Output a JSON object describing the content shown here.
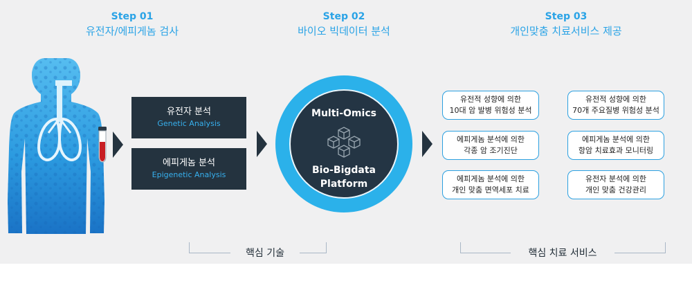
{
  "steps": [
    {
      "num": "Step 01",
      "title": "유전자/에피게놈 검사"
    },
    {
      "num": "Step 02",
      "title": "바이오 빅데이터 분석"
    },
    {
      "num": "Step 03",
      "title": "개인맞춤 치료서비스 제공"
    }
  ],
  "analysis": [
    {
      "kr": "유전자 분석",
      "en": "Genetic Analysis"
    },
    {
      "kr": "에피게놈 분석",
      "en": "Epigenetic Analysis"
    }
  ],
  "platform": {
    "top": "Multi-Omics",
    "line1": "Bio-Bigdata",
    "line2": "Platform"
  },
  "services": [
    {
      "line1": "유전적 성향에 의한",
      "line2": "10대 암 발병 위험성 분석"
    },
    {
      "line1": "유전적 성향에 의한",
      "line2": "70개 주요질병 위험성 분석"
    },
    {
      "line1": "에피게놈 분석에 의한",
      "line2": "각종 암 조기진단"
    },
    {
      "line1": "에피게놈 분석에 의한",
      "line2": "항암 치료효과 모니터링"
    },
    {
      "line1": "에피게놈 분석에 의한",
      "line2": "개인 맞춤 면역세포 치료"
    },
    {
      "line1": "유전자 분석에 의한",
      "line2": "개인 맞춤 건강관리"
    }
  ],
  "labels": {
    "core": "핵심 기술",
    "service": "핵심 치료 서비스"
  },
  "colors": {
    "accent": "#2aa3e6",
    "dark": "#24333f",
    "background": "#f0f0f1",
    "blood": "#c81e24"
  }
}
